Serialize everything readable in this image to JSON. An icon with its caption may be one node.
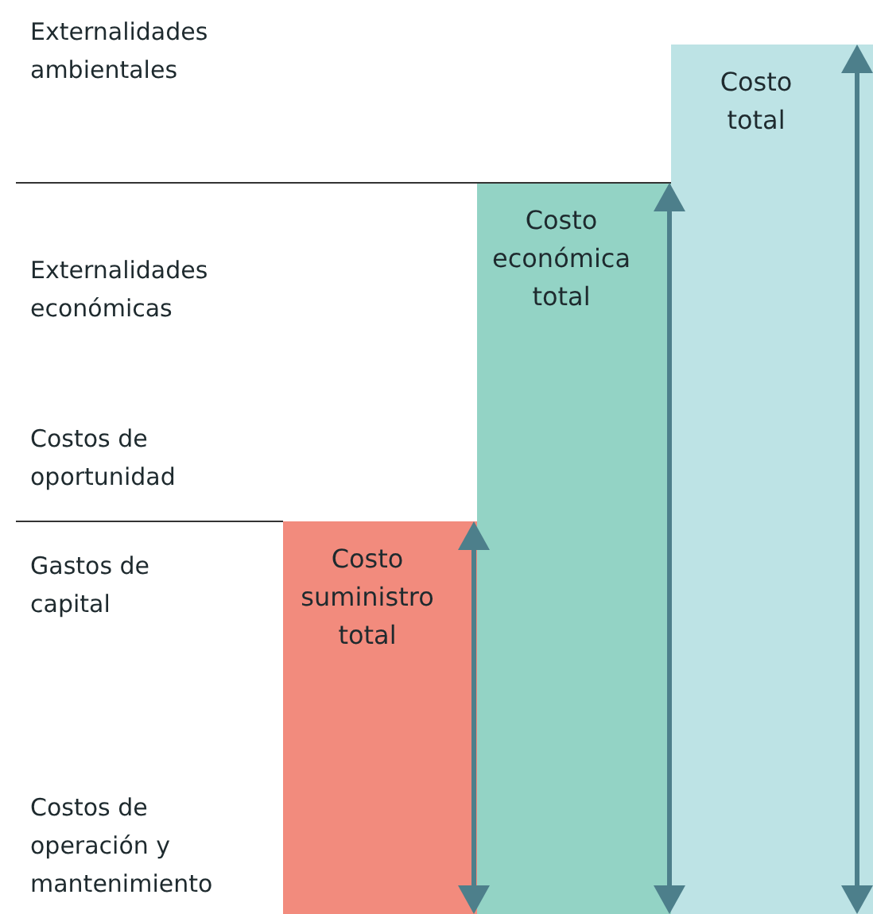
{
  "diagram": {
    "nodes": [
      {
        "text": [
          "Costo suministro total"
        ]
      },
      {
        "text": [
          "Costo económica total"
        ]
      },
      {
        "text": [
          "Costo total"
        ]
      }
    ],
    "labels": [
      "Externalidades ambientales",
      "Externalidades económicas",
      "Costos de oportunidad",
      "Gastos de capital",
      "Costos de operación y mantenimiento"
    ]
  }
}
